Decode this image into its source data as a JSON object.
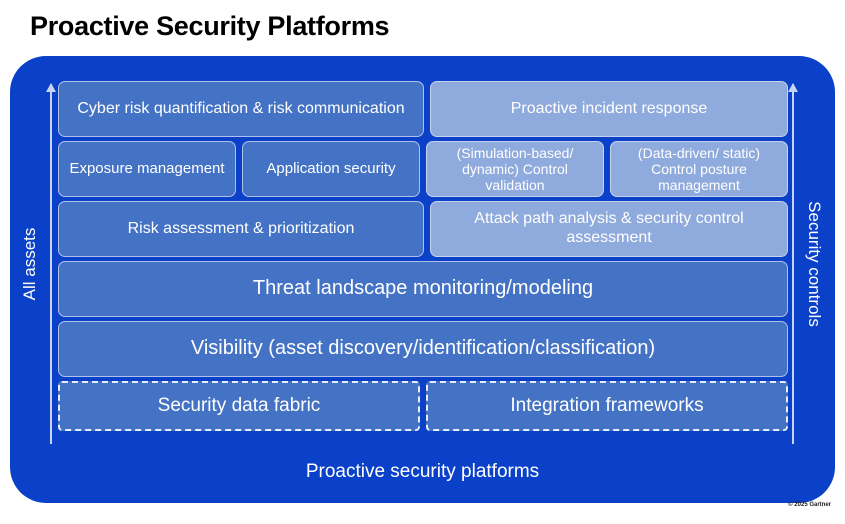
{
  "title": "Proactive Security Platforms",
  "axes": {
    "left": {
      "label": "All assets",
      "icon": "up-arrow-icon"
    },
    "right": {
      "label": "Security controls",
      "icon": "up-arrow-icon"
    }
  },
  "rows": [
    {
      "id": "row-1",
      "boxes": [
        {
          "label": "Cyber risk quantification & risk communication",
          "style": "dark",
          "column": "left"
        },
        {
          "label": "Proactive incident response",
          "style": "light",
          "column": "right"
        }
      ]
    },
    {
      "id": "row-2",
      "boxes": [
        {
          "label": "Exposure management",
          "style": "dark",
          "column": "left-half"
        },
        {
          "label": "Application security",
          "style": "dark",
          "column": "left-half"
        },
        {
          "label": "(Simulation-based/ dynamic) Control validation",
          "style": "light",
          "column": "right-half"
        },
        {
          "label": "(Data-driven/ static) Control posture management",
          "style": "light",
          "column": "right-half"
        }
      ]
    },
    {
      "id": "row-3",
      "boxes": [
        {
          "label": "Risk assessment & prioritization",
          "style": "dark",
          "column": "left"
        },
        {
          "label": "Attack path analysis & security control assessment",
          "style": "light",
          "column": "right"
        }
      ]
    },
    {
      "id": "row-4",
      "boxes": [
        {
          "label": "Threat landscape monitoring/modeling",
          "style": "dark",
          "column": "full"
        }
      ]
    },
    {
      "id": "row-5",
      "boxes": [
        {
          "label": "Visibility (asset discovery/identification/classification)",
          "style": "dark",
          "column": "full"
        }
      ]
    },
    {
      "id": "row-6",
      "boxes": [
        {
          "label": "Security data fabric",
          "style": "dashed",
          "column": "half"
        },
        {
          "label": "Integration frameworks",
          "style": "dashed",
          "column": "half"
        }
      ]
    }
  ],
  "footer_caption": "Proactive security platforms",
  "credit": "© 2025 Gartner",
  "colors": {
    "panel_background": "#0A41C8",
    "box_dark": "#4472C4",
    "box_light": "#8FAADC",
    "text_on_blue": "#FFFFFF",
    "title_text": "#000000",
    "axis_line": "#C8D4F5"
  }
}
